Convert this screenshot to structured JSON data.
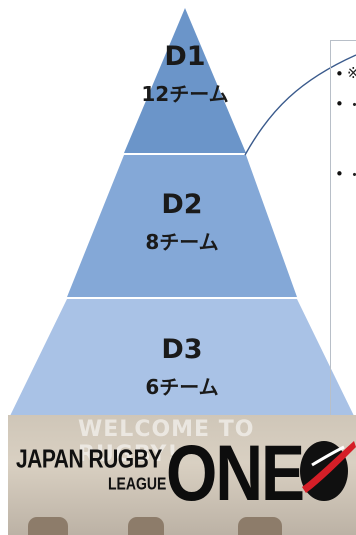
{
  "pyramid": {
    "tiers": [
      {
        "name": "D1",
        "teams": "12チーム",
        "color": "#6b95c9"
      },
      {
        "name": "D2",
        "teams": "8チーム",
        "color": "#84a8d7"
      },
      {
        "name": "D3",
        "teams": "6チーム",
        "color": "#a9c2e6"
      }
    ]
  },
  "side_panel": {
    "fragments": [
      "※",
      "・",
      "・"
    ]
  },
  "banner": {
    "background_text": "WELCOME TO RUGBY!",
    "line1": "JAPAN RUGBY",
    "line2": "LEAGUE",
    "one": "ONE",
    "logo_icon": "rugby-ball-swoosh-icon",
    "logo_color": "#d51e27"
  }
}
